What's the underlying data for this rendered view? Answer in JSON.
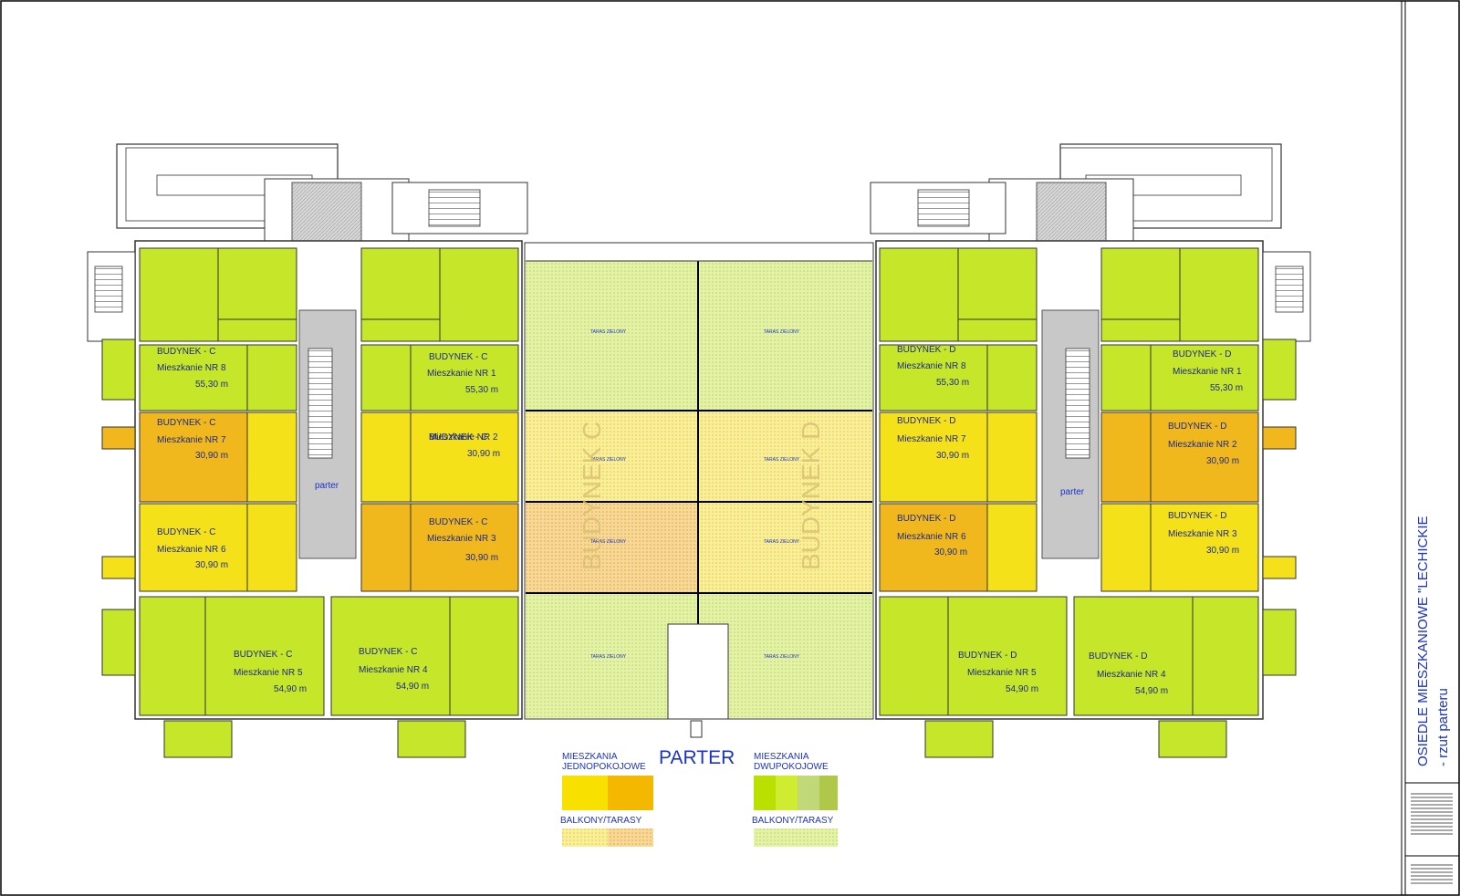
{
  "title_block": {
    "line1": "OSIEDLE MIESZKANIOWE \"LECHICKIE",
    "line2": "- rzut parteru"
  },
  "center": {
    "heading": "PARTER",
    "terrace_label": "TARAS ZIELONY",
    "building_c_label": "BUDYNEK C",
    "building_d_label": "BUDYNEK D"
  },
  "stair_label": "parter",
  "legend": {
    "one_room": "MIESZKANIA\nJEDNOPOKOJOWE",
    "two_room": "MIESZKANIA\nDWUPOKOJOWE",
    "balcony_left": "BALKONY/TARASY",
    "balcony_right": "BALKONY/TARASY"
  },
  "colors": {
    "lime": "#c6e62a",
    "lime_dark": "#a9d016",
    "yellow": "#f4e11a",
    "orange": "#f0b81c",
    "grey": "#c8c8c8",
    "text_blue": "#1b33c9",
    "pattern_yellow": "#f6ec8a",
    "pattern_green": "#dff09c"
  },
  "apartments": [
    {
      "id": "c8",
      "building": "BUDYNEK - C",
      "name": "Mieszkanie NR 8",
      "area": "55,30 m"
    },
    {
      "id": "c7",
      "building": "BUDYNEK - C",
      "name": "Mieszkanie NR 7",
      "area": "30,90 m"
    },
    {
      "id": "c6",
      "building": "BUDYNEK - C",
      "name": "Mieszkanie NR 6",
      "area": "30,90 m"
    },
    {
      "id": "c5",
      "building": "BUDYNEK - C",
      "name": "Mieszkanie NR 5",
      "area": "54,90 m"
    },
    {
      "id": "c1",
      "building": "BUDYNEK - C",
      "name": "Mieszkanie NR 1",
      "area": "55,30 m"
    },
    {
      "id": "c2",
      "building": "BUDYNEK - C",
      "name": "Mieszkanie NR 2",
      "area": "30,90 m"
    },
    {
      "id": "c3",
      "building": "BUDYNEK - C",
      "name": "Mieszkanie NR 3",
      "area": "30,90 m"
    },
    {
      "id": "c4",
      "building": "BUDYNEK - C",
      "name": "Mieszkanie NR 4",
      "area": "54,90 m"
    },
    {
      "id": "d8",
      "building": "BUDYNEK - D",
      "name": "Mieszkanie NR 8",
      "area": "55,30 m"
    },
    {
      "id": "d7",
      "building": "BUDYNEK - D",
      "name": "Mieszkanie NR 7",
      "area": "30,90 m"
    },
    {
      "id": "d6",
      "building": "BUDYNEK - D",
      "name": "Mieszkanie NR 6",
      "area": "30,90 m"
    },
    {
      "id": "d5",
      "building": "BUDYNEK - D",
      "name": "Mieszkanie NR 5",
      "area": "54,90 m"
    },
    {
      "id": "d1",
      "building": "BUDYNEK - D",
      "name": "Mieszkanie NR 1",
      "area": "55,30 m"
    },
    {
      "id": "d2",
      "building": "BUDYNEK - D",
      "name": "Mieszkanie NR 2",
      "area": "30,90 m"
    },
    {
      "id": "d3",
      "building": "BUDYNEK - D",
      "name": "Mieszkanie NR 3",
      "area": "30,90 m"
    },
    {
      "id": "d4",
      "building": "BUDYNEK - D",
      "name": "Mieszkanie NR 4",
      "area": "54,90 m"
    }
  ]
}
